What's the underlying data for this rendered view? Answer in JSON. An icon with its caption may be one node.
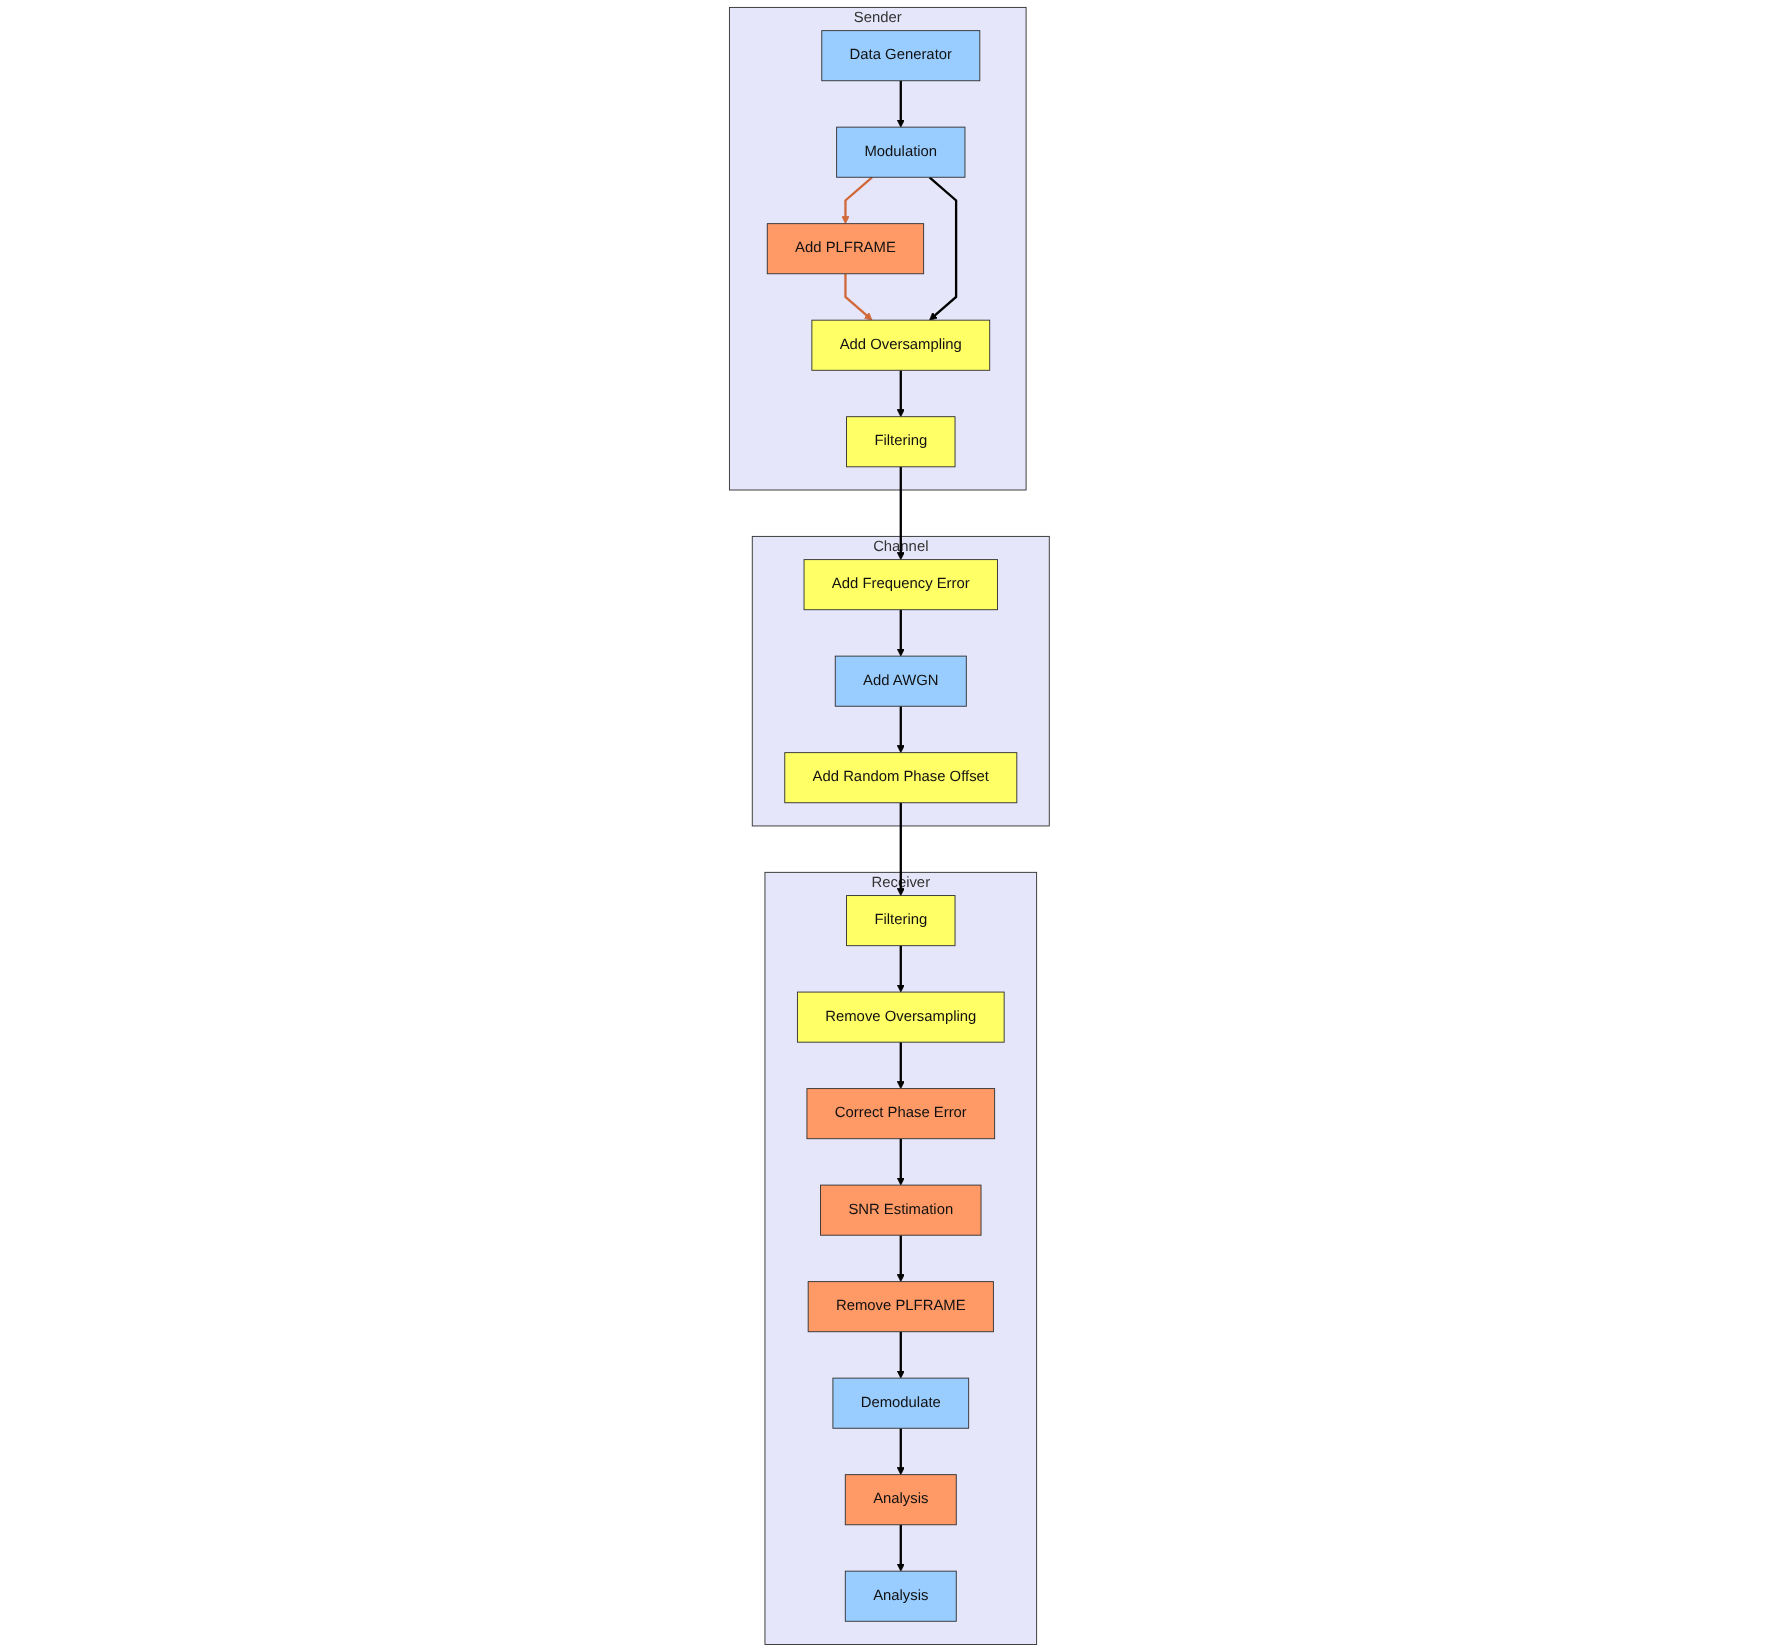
{
  "diagram": {
    "nodes": [
      {
        "text": [
          "Sender"
        ]
      },
      {
        "text": [
          "Data Generator"
        ],
        "in": 0
      },
      {
        "text": [
          "Modulation"
        ],
        "in": 0
      },
      {
        "text": [
          "Add PLFRAME"
        ],
        "in": 0
      },
      {
        "text": [
          "Add Oversampling"
        ],
        "in": 0
      },
      {
        "text": [
          "Filtering"
        ],
        "in": 0
      },
      {
        "text": [
          "Channel"
        ]
      },
      {
        "text": [
          "Add Frequency Error"
        ],
        "in": 6
      },
      {
        "text": [
          "Add AWGN"
        ],
        "in": 6
      },
      {
        "text": [
          "Add Random Phase Offset"
        ],
        "in": 6
      },
      {
        "text": [
          "Receiver"
        ]
      },
      {
        "text": [
          "Filtering"
        ],
        "in": 10
      },
      {
        "text": [
          "Remove Oversampling"
        ],
        "in": 10
      },
      {
        "text": [
          "Correct Phase Error"
        ],
        "in": 10
      },
      {
        "text": [
          "SNR Estimation"
        ],
        "in": 10
      },
      {
        "text": [
          "Remove PLFRAME"
        ],
        "in": 10
      },
      {
        "text": [
          "Demodulate"
        ],
        "in": 10
      },
      {
        "text": [
          "Analysis"
        ],
        "in": 10
      },
      {
        "text": [
          "Analysis"
        ],
        "in": 10
      }
    ],
    "edges": [
      {
        "from": 1,
        "to": 2,
        "arrow": "to"
      },
      {
        "from": 2,
        "to": 3,
        "arrow": "to",
        "color": "#d2693a"
      },
      {
        "from": 3,
        "to": 4,
        "arrow": "to",
        "color": "#d2693a"
      },
      {
        "from": 2,
        "to": 4,
        "arrow": "to"
      },
      {
        "from": 4,
        "to": 5,
        "arrow": "to"
      },
      {
        "from": 5,
        "to": 7,
        "arrow": "to"
      },
      {
        "from": 7,
        "to": 8,
        "arrow": "to"
      },
      {
        "from": 8,
        "to": 9,
        "arrow": "to"
      },
      {
        "from": 9,
        "to": 11,
        "arrow": "to"
      },
      {
        "from": 11,
        "to": 12,
        "arrow": "to"
      },
      {
        "from": 12,
        "to": 13,
        "arrow": "to"
      },
      {
        "from": 13,
        "to": 14,
        "arrow": "to"
      },
      {
        "from": 14,
        "to": 15,
        "arrow": "to"
      },
      {
        "from": 15,
        "to": 16,
        "arrow": "to"
      },
      {
        "from": 16,
        "to": 17,
        "arrow": "to"
      },
      {
        "from": 17,
        "to": 18,
        "arrow": "to"
      }
    ]
  }
}
